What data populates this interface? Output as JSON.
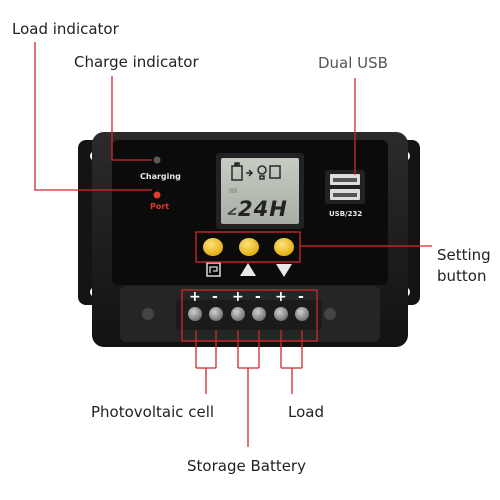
{
  "labels": {
    "load_indicator": "Load indicator",
    "charge_indicator": "Charge indicator",
    "dual_usb": "Dual USB",
    "setting_button_line1": "Setting",
    "setting_button_line2": "button",
    "photovoltaic_cell": "Photovoltaic cell",
    "load": "Load",
    "storage_battery": "Storage Battery"
  },
  "device": {
    "charging_label": "Charging",
    "port_label": "Port",
    "usb_label": "USB/232",
    "lcd_reading": "24H",
    "terminal_signs": [
      "+",
      "-",
      "+",
      "-",
      "+",
      "-"
    ]
  },
  "colors": {
    "callout_line": "#d1282d",
    "device_body": "#1a1a1a",
    "panel": "#0c0c0c",
    "lcd": "#b8beb4",
    "button_yellow": "#f2c21b",
    "terminal": "#8a8a8a"
  }
}
